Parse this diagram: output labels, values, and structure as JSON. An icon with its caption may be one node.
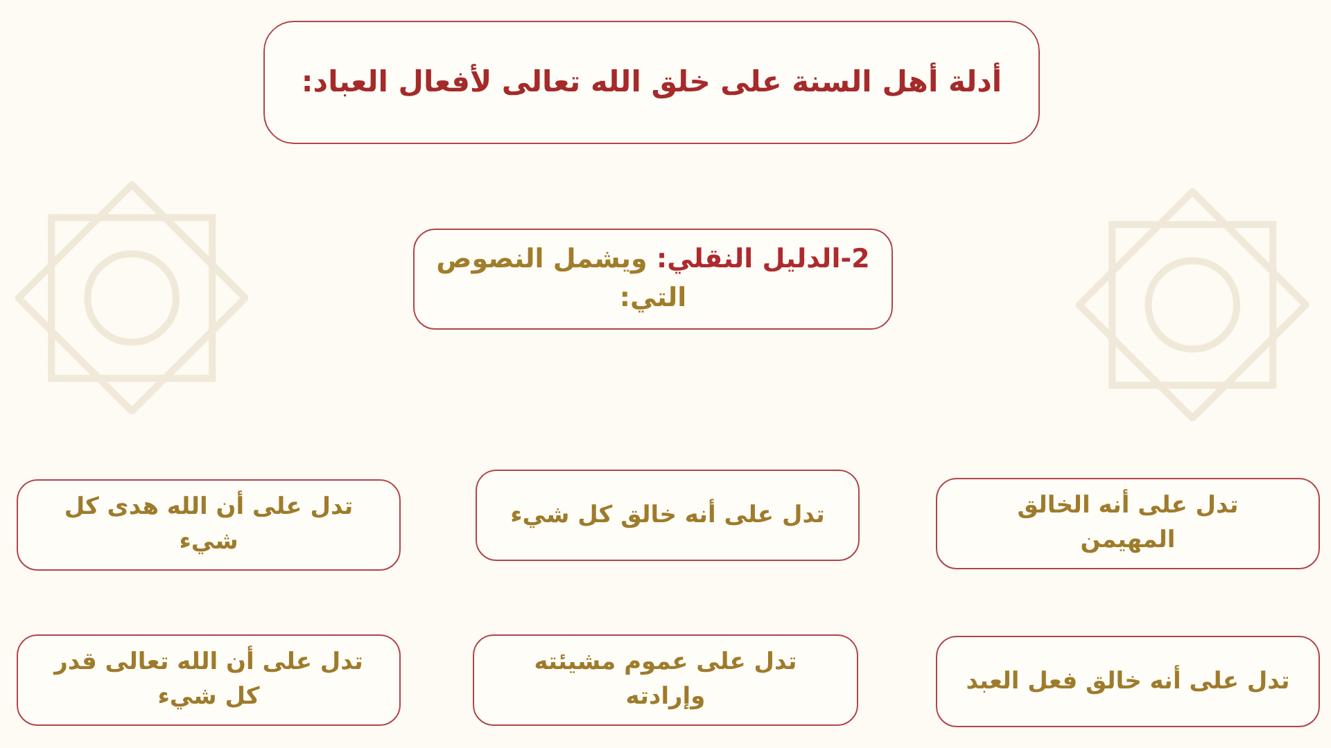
{
  "diagram": {
    "nodes": [
      {
        "text": [
          "أدلة أهل السنة على خلق الله تعالى لأفعال العباد:"
        ]
      },
      {
        "text": [
          "2-الدليل النقلي:",
          "ويشمل النصوص التي:"
        ]
      },
      {
        "text": [
          "تدل على أنه الخالق المهيمن"
        ]
      },
      {
        "text": [
          "تدل على أنه خالق كل شيء"
        ]
      },
      {
        "text": [
          "تدل على أن الله هدى كل شيء"
        ]
      },
      {
        "text": [
          "تدل على أنه خالق فعل العبد"
        ]
      },
      {
        "text": [
          "تدل على عموم مشيئته وإرادته"
        ]
      },
      {
        "text": [
          "تدل على أن الله تعالى قدر كل شيء"
        ]
      }
    ]
  }
}
